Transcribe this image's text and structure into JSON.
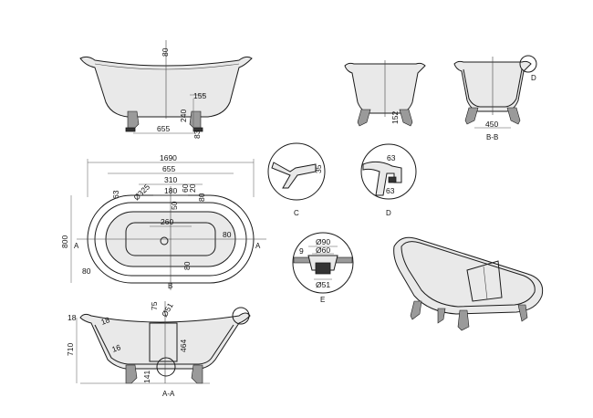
{
  "front_view": {
    "dim_top": "80",
    "dim_leg_right": "155",
    "dim_leg_height": "240",
    "dim_leg_spacing": "655",
    "dim_leg_foot": "83"
  },
  "side_view": {
    "dim_leg": "152"
  },
  "section_bb": {
    "dim_width": "450",
    "section_label": "B-B",
    "detail_callout": "D"
  },
  "plan_view": {
    "dim_length": "1690",
    "dim_inner": "655",
    "dim_310": "310",
    "dim_180": "180",
    "dim_60": "60",
    "dim_20": "20",
    "dim_80_top": "80",
    "dim_63": "63",
    "dim_drain": "Ø325",
    "dim_50": "50",
    "dim_260": "260",
    "dim_80_right": "80",
    "dim_80_bottom": "80",
    "dim_80_left": "80",
    "dim_width": "800",
    "section_a_left": "A",
    "section_a_right": "A",
    "section_b": "B"
  },
  "detail_c": {
    "dim": "35",
    "label": "C"
  },
  "detail_d": {
    "dim_top": "63",
    "dim_side": "63",
    "label": "D"
  },
  "detail_e": {
    "dim_outer": "Ø90",
    "dim_mid": "Ø60",
    "dim_bottom": "Ø51",
    "dim_9": "9",
    "label": "E"
  },
  "section_aa": {
    "dim_rim": "18",
    "dim_wall_top": "18",
    "dim_wall_low": "16",
    "dim_height": "710",
    "dim_75": "75",
    "dim_drain": "Ø51",
    "dim_464": "464",
    "dim_leg": "141",
    "section_label": "A-A"
  }
}
